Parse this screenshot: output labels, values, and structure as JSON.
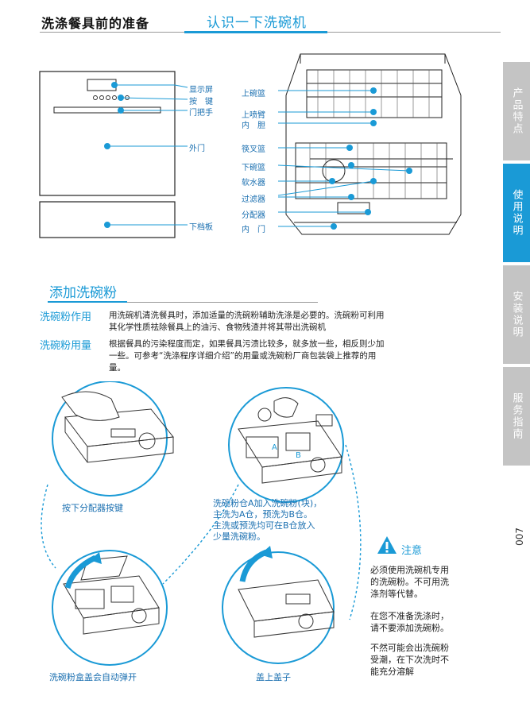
{
  "header": {
    "title": "洗涤餐具前的准备",
    "subtitle": "认识一下洗碗机"
  },
  "side_tabs": [
    {
      "label": "产品特点",
      "active": false
    },
    {
      "label": "使用说明",
      "active": true
    },
    {
      "label": "安装说明",
      "active": false
    },
    {
      "label": "服务指南",
      "active": false
    }
  ],
  "page_number": "007",
  "front_labels": {
    "display": "显示屏",
    "buttons": "按　键",
    "handle": "门把手",
    "outer_door": "外门",
    "kickplate": "下档板"
  },
  "inner_labels": {
    "upper_rack": "上碗篮",
    "upper_spray_arm": "上喷臂",
    "inner_tub": "内　胆",
    "cutlery_basket": "筷叉篮",
    "lower_rack": "下碗篮",
    "softener": "软水器",
    "filter": "过滤器",
    "dispenser": "分配器",
    "inner_door": "内　门"
  },
  "section2": {
    "title": "添加洗碗粉",
    "items": [
      {
        "term": "洗碗粉作用",
        "text_line1": "用洗碗机清洗餐具时，添加适量的洗碗粉辅助洗涤是必要的。洗碗粉可利用",
        "text_line2": "其化学性质祛除餐具上的油污、食物残渣并将其带出洗碗机"
      },
      {
        "term": "洗碗粉用量",
        "text_line1": "根据餐具的污染程度而定，如果餐具污渍比较多，就多放一些，相反则少加",
        "text_line2": "一些。可参考“洗涤程序详细介绍”的用量或洗碗粉厂商包装袋上推荐的用",
        "text_line3": "量。"
      }
    ]
  },
  "steps": {
    "step1": "按下分配器按键",
    "step2_line1": "洗碗粉仓A加入洗碗粉(块)，",
    "step2_line2": "主洗为A仓，预洗为B仓。",
    "step2_line3": "主洗或预洗均可在B仓放入",
    "step2_line4": "少量洗碗粉。",
    "step3": "洗碗粉盒盖会自动弹开",
    "step4": "盖上盖子",
    "compartment_a": "A",
    "compartment_b": "B"
  },
  "note": {
    "title": "注意",
    "p1_line1": "必须使用洗碗机专用",
    "p1_line2": "的洗碗粉。不可用洗",
    "p1_line3": "涤剂等代替。",
    "p2_line1": "在您不准备洗涤时，",
    "p2_line2": "请不要添加洗碗粉。",
    "p3_line1": "不然可能会出洗碗粉",
    "p3_line2": "受潮，在下次洗时不",
    "p3_line3": "能充分溶解"
  },
  "colors": {
    "accent": "#1a9ad6",
    "label_blue": "#1a6fb0",
    "tab_gray": "#c4c4c4"
  }
}
